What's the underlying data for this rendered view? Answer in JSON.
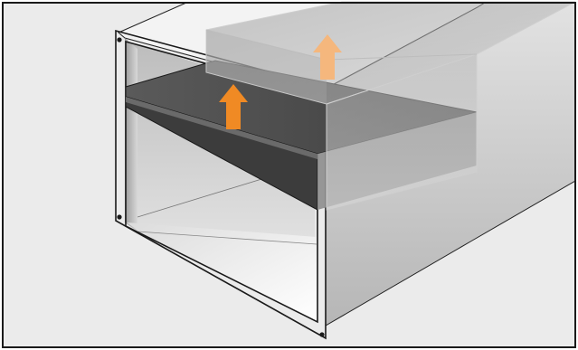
{
  "figure": {
    "frame_color": "#1a1a1a",
    "background_color": "#e8e8e8",
    "metal_light": "#f2f2f2",
    "metal_mid": "#c4c4c4",
    "metal_dark": "#8a8a8a",
    "shelf_color": "#4a4a4a",
    "arrow_color": "#f08a24",
    "arrow_faded_color": "#f5b77d",
    "components": {
      "niche": "niche-cabinet",
      "mounting_frame": "front-mounting-frame",
      "shelf": "intermediate-shelf",
      "appliance": "raised-appliance-ghost"
    },
    "arrows": [
      {
        "icon": "arrow-up-icon",
        "direction": "up",
        "state": "solid"
      },
      {
        "icon": "arrow-up-icon",
        "direction": "up",
        "state": "faded"
      }
    ]
  }
}
